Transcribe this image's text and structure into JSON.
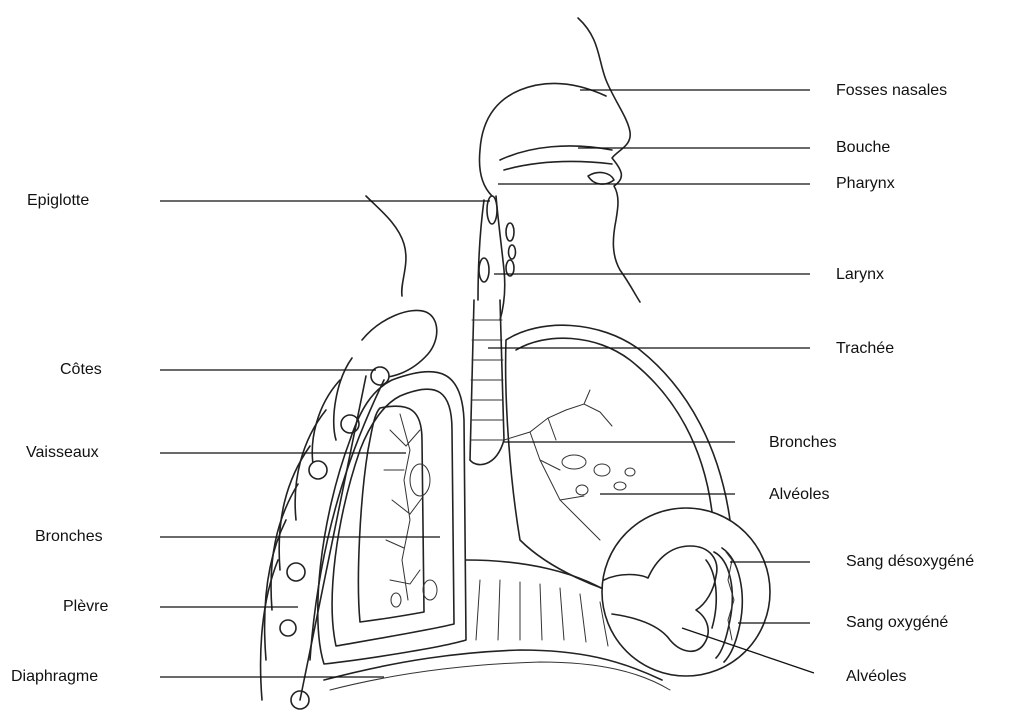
{
  "labels": {
    "fosses_nasales": "Fosses nasales",
    "bouche": "Bouche",
    "pharynx": "Pharynx",
    "epiglotte": "Epiglotte",
    "larynx": "Larynx",
    "trachee": "Trachée",
    "cotes": "Côtes",
    "vaisseaux": "Vaisseaux",
    "bronches_left": "Bronches",
    "bronches_right": "Bronches",
    "alveoles_right": "Alvéoles",
    "sang_desoxygene": "Sang désoxygéné",
    "sang_oxygene": "Sang oxygéné",
    "plevre": "Plèvre",
    "alveoles_bottom": "Alvéoles",
    "diaphragme": "Diaphragme"
  }
}
